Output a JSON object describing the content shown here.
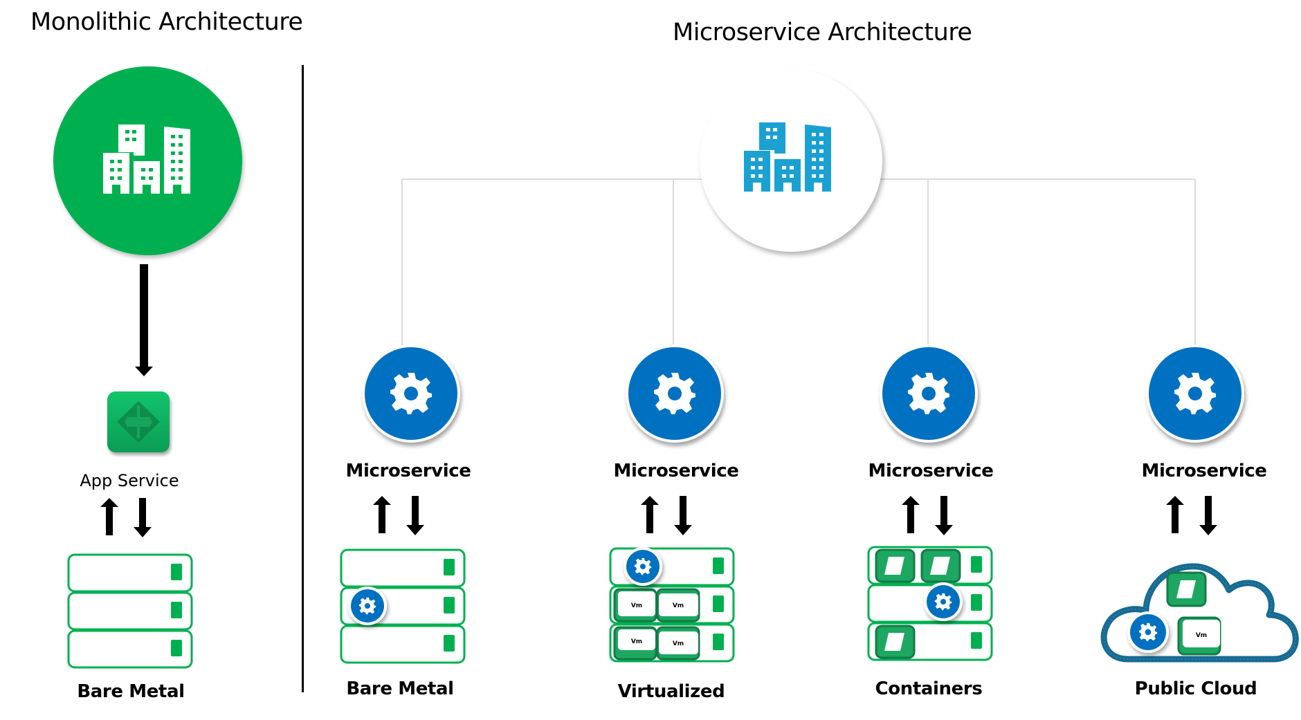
{
  "colors": {
    "monolith_green": "#00B050",
    "gear_blue": "#0070C0",
    "building_blue": "#1BA1D1",
    "cloud_blue": "#176B92",
    "connector_gray": "#D9D9D9",
    "tile_green": "#1DA760",
    "tile_border": "#137A49"
  },
  "monolithic": {
    "title": "Monolithic Architecture",
    "app_node_icon": "buildings-icon",
    "service_label": "App Service",
    "service_icon": "app-service-icon",
    "platform_label": "Bare Metal",
    "platform_icon": "server-stack-icon"
  },
  "microservice": {
    "title": "Microservice Architecture",
    "app_node_icon": "buildings-icon",
    "branches": [
      {
        "service_label": "Microservice",
        "service_icon": "gear-icon",
        "platform_label": "Bare Metal",
        "platform_icon": "server-stack-icon"
      },
      {
        "service_label": "Microservice",
        "service_icon": "gear-icon",
        "platform_label": "Virtualized",
        "platform_icon": "vm-server-stack-icon",
        "vm_label": "Vm"
      },
      {
        "service_label": "Microservice",
        "service_icon": "gear-icon",
        "platform_label": "Containers",
        "platform_icon": "container-server-stack-icon"
      },
      {
        "service_label": "Microservice",
        "service_icon": "gear-icon",
        "platform_label": "Public Cloud",
        "platform_icon": "cloud-icon",
        "vm_label": "Vm"
      }
    ]
  }
}
